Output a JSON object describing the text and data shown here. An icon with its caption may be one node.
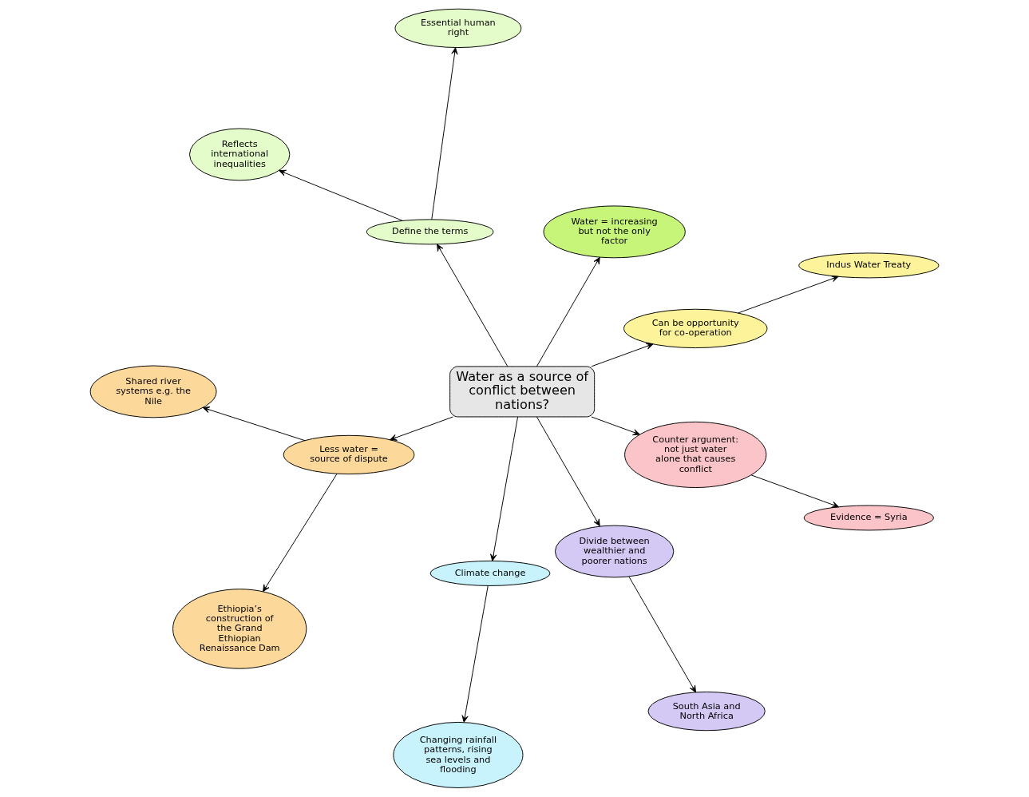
{
  "diagram": {
    "nodes": [
      {
        "text": [
          "Water as a source of conflict between nations?"
        ]
      },
      {
        "text": [
          "Can be opportunity for co-operation"
        ]
      },
      {
        "text": [
          "Indus Water Treaty"
        ]
      },
      {
        "text": [
          "Water = increasing but not the only factor"
        ]
      },
      {
        "text": [
          "Define the terms"
        ]
      },
      {
        "text": [
          "Essential human right"
        ]
      },
      {
        "text": [
          "Reflects international inequalities"
        ]
      },
      {
        "text": [
          "Less water = source of dispute"
        ]
      },
      {
        "text": [
          "Shared river systems e.g. the Nile"
        ]
      },
      {
        "text": [
          "Ethiopia’s construction of the Grand Ethiopian Renaissance Dam"
        ]
      },
      {
        "text": [
          "Climate change"
        ]
      },
      {
        "text": [
          "Changing rainfall patterns, rising sea levels and flooding"
        ]
      },
      {
        "text": [
          "Divide between wealthier and poorer nations"
        ]
      },
      {
        "text": [
          "South Asia and North Africa"
        ]
      },
      {
        "text": [
          "Counter argument: not just water alone that causes conflict"
        ]
      },
      {
        "text": [
          "Evidence = Syria"
        ]
      }
    ],
    "edges": [
      {
        "from": 0,
        "to": 1,
        "arrow": "to"
      },
      {
        "from": 1,
        "to": 2,
        "arrow": "to"
      },
      {
        "from": 0,
        "to": 3,
        "arrow": "to"
      },
      {
        "from": 0,
        "to": 4,
        "arrow": "to"
      },
      {
        "from": 4,
        "to": 5,
        "arrow": "to"
      },
      {
        "from": 4,
        "to": 6,
        "arrow": "to"
      },
      {
        "from": 0,
        "to": 7,
        "arrow": "to"
      },
      {
        "from": 7,
        "to": 8,
        "arrow": "to"
      },
      {
        "from": 7,
        "to": 9,
        "arrow": "to"
      },
      {
        "from": 0,
        "to": 10,
        "arrow": "to"
      },
      {
        "from": 10,
        "to": 11,
        "arrow": "to"
      },
      {
        "from": 0,
        "to": 12,
        "arrow": "to"
      },
      {
        "from": 12,
        "to": 13,
        "arrow": "to"
      },
      {
        "from": 0,
        "to": 14,
        "arrow": "to"
      },
      {
        "from": 14,
        "to": 15,
        "arrow": "to"
      }
    ]
  }
}
